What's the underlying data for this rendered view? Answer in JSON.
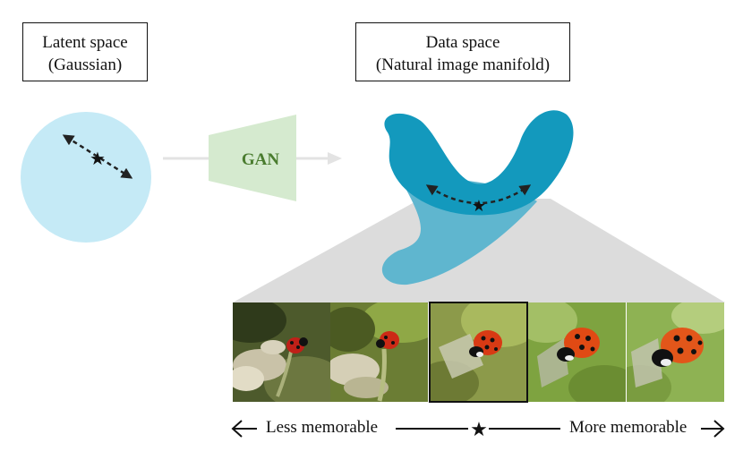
{
  "labels": {
    "latent_line1": "Latent space",
    "latent_line2": "(Gaussian)",
    "data_line1": "Data space",
    "data_line2": "(Natural image manifold)",
    "gan": "GAN"
  },
  "axis": {
    "left_text": "Less memorable",
    "right_text": "More memorable",
    "left_arrow": "←",
    "right_arrow": "→",
    "star": "★"
  },
  "colors": {
    "latent_circle": "#c5eaf6",
    "gan_fill": "#d5eacf",
    "gan_text": "#4a7c2f",
    "manifold_dark": "#1399bd",
    "manifold_light": "#5fb6cf",
    "funnel": "#dcdcdc",
    "flow_arrow": "#e3e3e3"
  },
  "icons": {
    "star": "star-icon",
    "dashed_arrow": "dashed-double-arrow-icon"
  },
  "frames": [
    {
      "name": "ladybug-frame-1",
      "memorability_rank": 1
    },
    {
      "name": "ladybug-frame-2",
      "memorability_rank": 2
    },
    {
      "name": "ladybug-frame-3",
      "memorability_rank": 3,
      "highlighted": true
    },
    {
      "name": "ladybug-frame-4",
      "memorability_rank": 4
    },
    {
      "name": "ladybug-frame-5",
      "memorability_rank": 5
    }
  ]
}
